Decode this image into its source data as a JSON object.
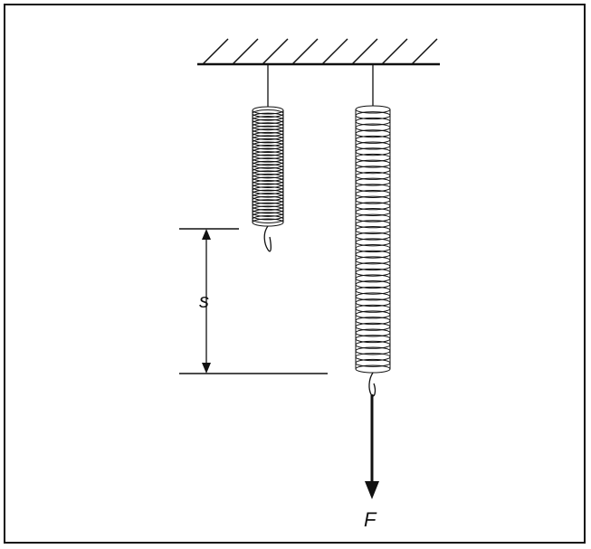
{
  "figure": {
    "displacement_label": "s",
    "force_label": "F",
    "colors": {
      "ink": "#111111",
      "background": "#ffffff"
    },
    "icons": [
      "ceiling-support",
      "relaxed-spring",
      "stretched-spring",
      "force-arrow",
      "dimension-arrow"
    ]
  }
}
